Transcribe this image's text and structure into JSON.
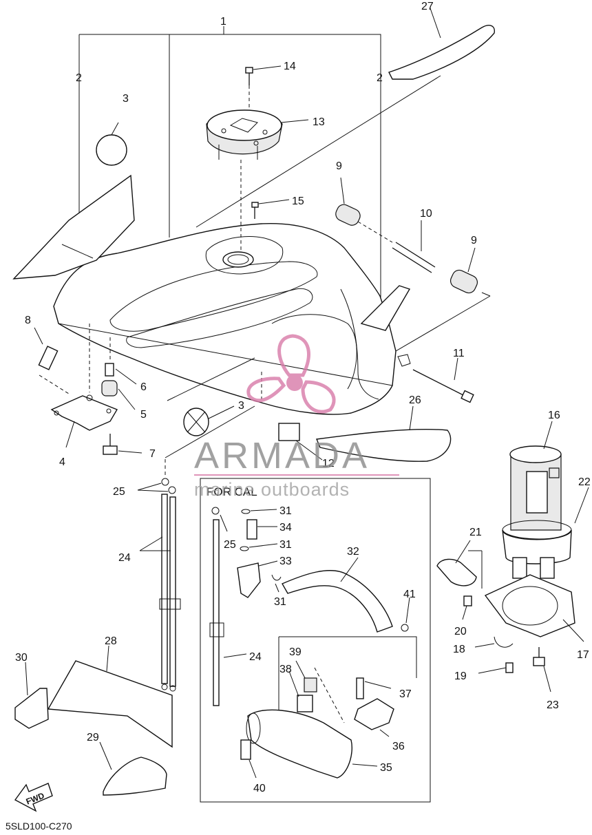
{
  "diagram": {
    "code": "5SLD100-C270",
    "inset_label": "FOR CAL",
    "fwd_label": "FWD",
    "callouts": [
      {
        "id": "c1",
        "label": "1"
      },
      {
        "id": "c2a",
        "label": "2"
      },
      {
        "id": "c2b",
        "label": "2"
      },
      {
        "id": "c3a",
        "label": "3"
      },
      {
        "id": "c3b",
        "label": "3"
      },
      {
        "id": "c4",
        "label": "4"
      },
      {
        "id": "c5",
        "label": "5"
      },
      {
        "id": "c6",
        "label": "6"
      },
      {
        "id": "c7",
        "label": "7"
      },
      {
        "id": "c8",
        "label": "8"
      },
      {
        "id": "c9a",
        "label": "9"
      },
      {
        "id": "c9b",
        "label": "9"
      },
      {
        "id": "c10",
        "label": "10"
      },
      {
        "id": "c11",
        "label": "11"
      },
      {
        "id": "c12",
        "label": "12"
      },
      {
        "id": "c13",
        "label": "13"
      },
      {
        "id": "c14",
        "label": "14"
      },
      {
        "id": "c15",
        "label": "15"
      },
      {
        "id": "c16",
        "label": "16"
      },
      {
        "id": "c17",
        "label": "17"
      },
      {
        "id": "c18",
        "label": "18"
      },
      {
        "id": "c19",
        "label": "19"
      },
      {
        "id": "c20",
        "label": "20"
      },
      {
        "id": "c21",
        "label": "21"
      },
      {
        "id": "c22",
        "label": "22"
      },
      {
        "id": "c23",
        "label": "23"
      },
      {
        "id": "c24a",
        "label": "24"
      },
      {
        "id": "c24b",
        "label": "24"
      },
      {
        "id": "c25a",
        "label": "25"
      },
      {
        "id": "c25b",
        "label": "25"
      },
      {
        "id": "c26",
        "label": "26"
      },
      {
        "id": "c27",
        "label": "27"
      },
      {
        "id": "c28",
        "label": "28"
      },
      {
        "id": "c29",
        "label": "29"
      },
      {
        "id": "c30",
        "label": "30"
      },
      {
        "id": "c31a",
        "label": "31"
      },
      {
        "id": "c31b",
        "label": "31"
      },
      {
        "id": "c31c",
        "label": "31"
      },
      {
        "id": "c32",
        "label": "32"
      },
      {
        "id": "c33",
        "label": "33"
      },
      {
        "id": "c34",
        "label": "34"
      },
      {
        "id": "c35",
        "label": "35"
      },
      {
        "id": "c36",
        "label": "36"
      },
      {
        "id": "c37",
        "label": "37"
      },
      {
        "id": "c38",
        "label": "38"
      },
      {
        "id": "c39",
        "label": "39"
      },
      {
        "id": "c40",
        "label": "40"
      },
      {
        "id": "c41",
        "label": "41"
      }
    ]
  },
  "watermark": {
    "brand": "ARMADA",
    "sub": "marine outboards",
    "accent_color": "#d87aa8",
    "text_color": "#8a8a8a"
  }
}
